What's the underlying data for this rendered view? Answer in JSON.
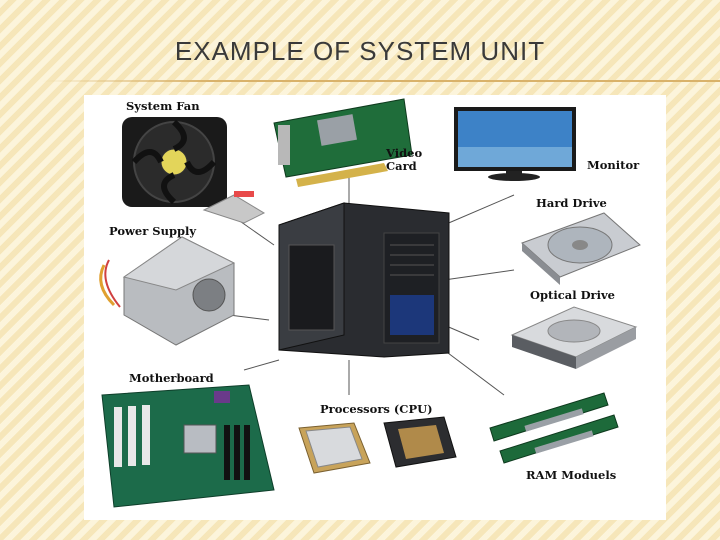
{
  "slide": {
    "title": "EXAMPLE OF SYSTEM UNIT"
  },
  "components": {
    "system_fan": "System Fan",
    "video_card_1": "Video",
    "video_card_2": "Card",
    "monitor": "Monitor",
    "hard_drive": "Hard Drive",
    "power_supply": "Power Supply",
    "optical_drive": "Optical Drive",
    "motherboard": "Motherboard",
    "processors": "Processors (CPU)",
    "ram": "RAM Moduels"
  },
  "colors": {
    "background": "#fbefc8",
    "rule": "#d9b26a",
    "label": "#111111",
    "connector": "#555555"
  }
}
